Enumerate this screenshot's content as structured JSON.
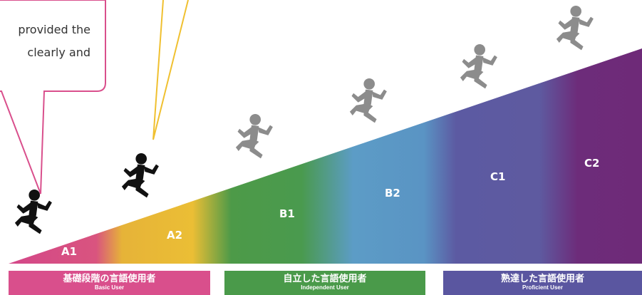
{
  "speech_bubble": {
    "line1": "provided the",
    "line2": "clearly and"
  },
  "levels": [
    {
      "code": "A1",
      "color": "#d94f8c"
    },
    {
      "code": "A2",
      "color": "#e8b93a"
    },
    {
      "code": "B1",
      "color": "#4a9a4a"
    },
    {
      "code": "B2",
      "color": "#5a9ac8"
    },
    {
      "code": "C1",
      "color": "#5c5aa0"
    },
    {
      "code": "C2",
      "color": "#6e2a78"
    }
  ],
  "bands": {
    "basic": {
      "jp": "基礎段階の言語使用者",
      "en": "Basic User",
      "color": "#d94f8c"
    },
    "independent": {
      "jp": "自立した言語使用者",
      "en": "Independent User",
      "color": "#4a9a4a"
    },
    "proficient": {
      "jp": "熟達した言語使用者",
      "en": "Proficient User",
      "color": "#5a56a0"
    }
  },
  "colors": {
    "bubble_pink": "#d94f8c",
    "bubble_yellow": "#f0c030",
    "runner_dark": "#111111",
    "runner_gray": "#8c8c8c"
  },
  "icons": [
    "runner-icon"
  ]
}
